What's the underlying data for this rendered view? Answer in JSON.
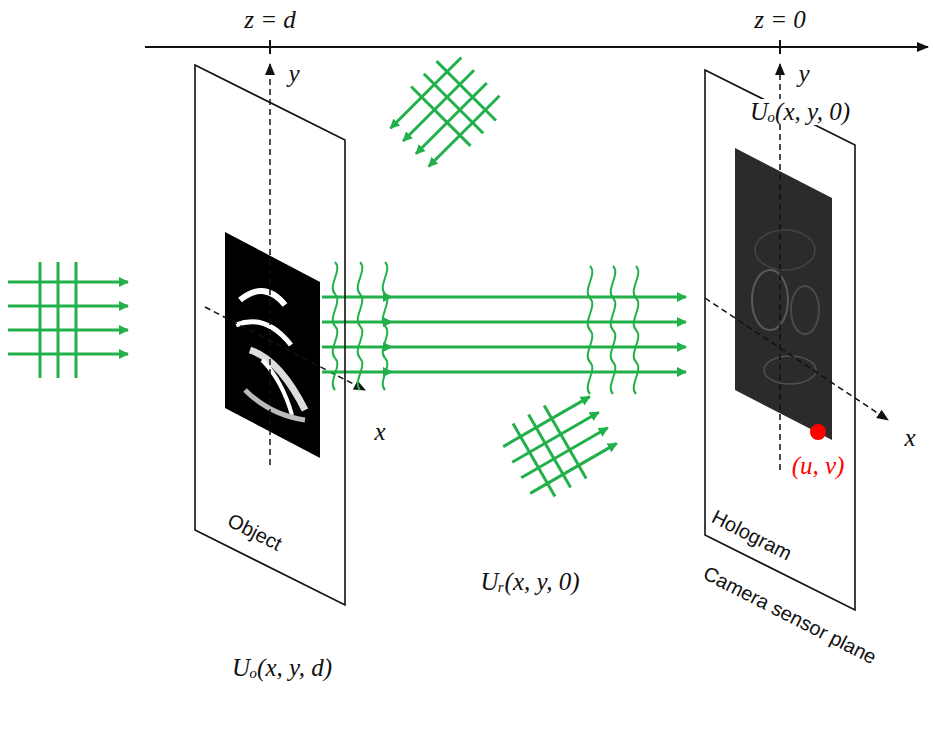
{
  "diagram": {
    "nodes": [
      {
        "text": [
          "Object"
        ]
      },
      {
        "text": [
          "Hologram",
          "Camera sensor plane"
        ]
      }
    ],
    "labels": [
      "z = d",
      "z = 0",
      "y",
      "x",
      "Uₒ(x, y, d)",
      "y",
      "x",
      "Uₒ(x, y, 0)",
      "(u, v)",
      "Uᵣ(x, y, 0)"
    ]
  }
}
